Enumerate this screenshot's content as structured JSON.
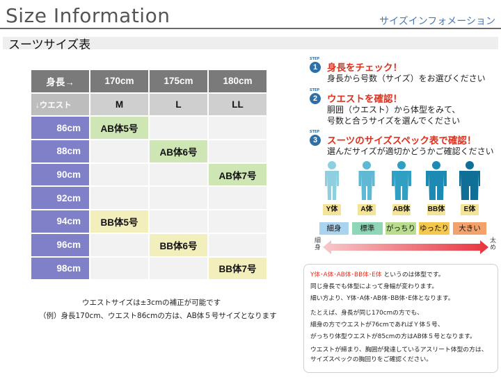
{
  "header": {
    "title": "Size Information",
    "subtitle_jp": "サイズインフォメーション"
  },
  "section_title": "スーツサイズ表",
  "table": {
    "corner_top": "身長→",
    "corner_bottom": "↓ウエスト",
    "heights": [
      "170cm",
      "175cm",
      "180cm"
    ],
    "sizes": [
      "M",
      "L",
      "LL"
    ],
    "rows": [
      {
        "waist": "86cm",
        "cells": [
          "AB体5号",
          "",
          ""
        ]
      },
      {
        "waist": "88cm",
        "cells": [
          "",
          "AB体6号",
          ""
        ]
      },
      {
        "waist": "90cm",
        "cells": [
          "",
          "",
          "AB体7号"
        ]
      },
      {
        "waist": "92cm",
        "cells": [
          "",
          "",
          ""
        ]
      },
      {
        "waist": "94cm",
        "cells": [
          "BB体5号",
          "",
          ""
        ]
      },
      {
        "waist": "96cm",
        "cells": [
          "",
          "BB体6号",
          ""
        ]
      },
      {
        "waist": "98cm",
        "cells": [
          "",
          "",
          "BB体7号"
        ]
      }
    ],
    "colors": {
      "header_dark": "#7a7a7a",
      "waist_purple": "#8080c8",
      "ab_green": "#cde6b3",
      "bb_yellow": "#f3efbc"
    }
  },
  "notes": {
    "line1": "ウエストサイズは±3cmの補正が可能です",
    "line2": "（例）身長170cm、ウエスト86cmの方は、AB体５号サイズとなります"
  },
  "steps": [
    {
      "tag": "STEP",
      "number": "1",
      "heading": "身長をチェック！",
      "body": [
        "身長から号数（サイズ）をお選びください"
      ]
    },
    {
      "tag": "STEP",
      "number": "2",
      "heading": "ウエストを確認！",
      "body": [
        "胴囲（ウエスト）から体型をみて、",
        "号数と合うサイズを選んでください"
      ]
    },
    {
      "tag": "STEP",
      "number": "3",
      "heading": "スーツのサイズスペック表で確認！",
      "body": [
        "選んだサイズが適切かどうかご確認ください"
      ]
    }
  ],
  "body_types": [
    {
      "label": "Y体",
      "desc": "細身",
      "color": "#8ecfe0",
      "desc_bg": "#aad3ef"
    },
    {
      "label": "A体",
      "desc": "標準",
      "color": "#5fb8d4",
      "desc_bg": "#8ed6b6"
    },
    {
      "label": "AB体",
      "desc": "がっちり",
      "color": "#2f9fc4",
      "desc_bg": "#b9dc8e"
    },
    {
      "label": "BB体",
      "desc": "ゆったり",
      "color": "#1c8ab2",
      "desc_bg": "#f3c84d"
    },
    {
      "label": "E体",
      "desc": "大きい",
      "color": "#0f6f96",
      "desc_bg": "#f2a26a"
    }
  ],
  "arrow": {
    "left": "細身",
    "right": "太め"
  },
  "info": {
    "line1_red": "Y体･A体･AB体･BB体･E体",
    "line1_rest": "というのは体型です。",
    "line2": "同じ身長でも体型によって身幅が変わります。",
    "line3": "細い方より、Y体･A体･AB体･BB体･E体となります。",
    "line4": "たとえば、身長が同じ170cmの方でも、",
    "line5": "細身の方でウエストが76cmであればＹ体５号、",
    "line6": "がっちり体型ウエストが85cmの方はAB体５号となります。",
    "line7": "ウエストが締まり、胸囲が発達しているアスリート体型の方は、",
    "line8": "サイズスペックの胸回りをご確認ください。"
  }
}
